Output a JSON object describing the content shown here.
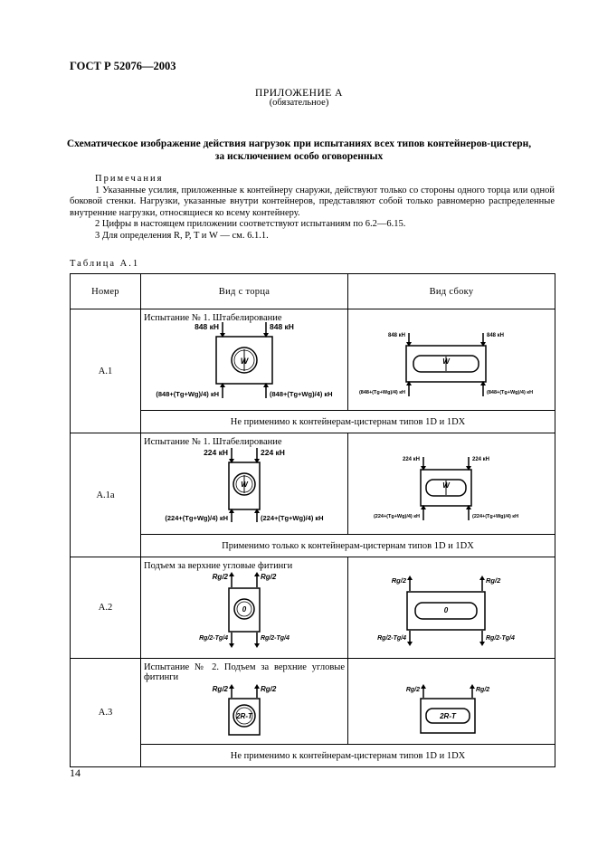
{
  "header": {
    "standard": "ГОСТ Р 52076—2003"
  },
  "appendix": {
    "title": "ПРИЛОЖЕНИЕ А",
    "status": "(обязательное)"
  },
  "section_title": {
    "line1": "Схематическое изображение действия нагрузок при испытаниях всех типов контейнеров-цистерн,",
    "line2": "за исключением особо оговоренных"
  },
  "notes": {
    "heading": "Примечания",
    "items": [
      "1 Указанные усилия, приложенные к контейнеру снаружи, действуют только со стороны одного торца или одной боковой стенки. Нагрузки, указанные внутри контейнеров, представляют собой только равномерно распределенные внутренние нагрузки, относящиеся ко всему контейнеру.",
      "2 Цифры в настоящем приложении соответствуют испытаниям по 6.2—6.15.",
      "3 Для определения R, P, T и W — см. 6.1.1."
    ]
  },
  "table": {
    "caption": "Таблица А.1",
    "headers": {
      "number": "Номер",
      "end_view": "Вид с торца",
      "side_view": "Вид сбоку"
    },
    "rows": [
      {
        "number": "А.1",
        "title": "Испытание № 1. Штабелирование",
        "top_load": "848 кН",
        "bottom_load": "(848+(Tg+Wg)/4) кН",
        "inner": "W",
        "footer": "Не применимо к контейнерам-цистернам типов 1D и 1DX"
      },
      {
        "number": "А.1а",
        "title": "Испытание № 1. Штабелирование",
        "top_load": "224 кН",
        "bottom_load": "(224+(Tg+Wg)/4) кН",
        "inner": "W",
        "footer": "Применимо только к контейнерам-цистернам типов 1D и 1DX"
      },
      {
        "number": "А.2",
        "title": "Подъем за верхние угловые фитинги",
        "top_load": "Rg/2",
        "bottom_load": "Rg/2-Tg/4",
        "inner": "0",
        "footer": ""
      },
      {
        "number": "А.3",
        "title": "Испытание № 2. Подъем за верхние угловые фитинги",
        "top_load": "Rg/2",
        "bottom_load": "",
        "inner": "2R-T",
        "footer": "Не применимо к контейнерам-цистернам типов 1D и 1DX"
      }
    ]
  },
  "page_number": "14"
}
